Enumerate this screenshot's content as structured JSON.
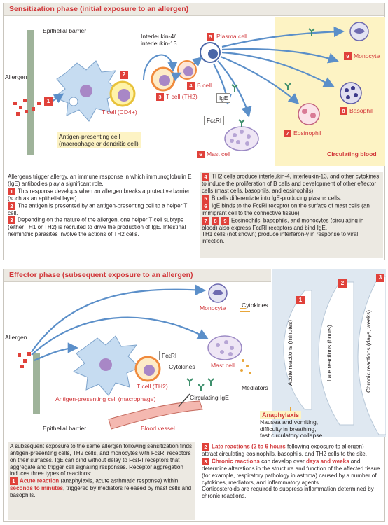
{
  "sensitization": {
    "title": "Sensitization phase (initial exposure to an allergen)",
    "labels": {
      "epithelial_barrier": "Epithelial barrier",
      "allergen": "Allergen",
      "interleukin": "Interleukin-4/\ninterleukin-13",
      "plasma_cell": "Plasma cell",
      "t_cell_cd4": "T cell (CD4+)",
      "t_cell_th2": "T cell (TH2)",
      "b_cell": "B cell",
      "ige": "IgE",
      "fceri": "FcεRI",
      "mast_cell": "Mast cell",
      "apc": "Antigen-presenting cell\n(macrophage or dendritic cell)",
      "monocyte": "Monocyte",
      "basophil": "Basophil",
      "eosinophil": "Eosinophil",
      "circulating_blood": "Circulating blood"
    },
    "numbers": [
      "1",
      "2",
      "3",
      "4",
      "5",
      "6",
      "7",
      "8",
      "9"
    ],
    "text_left": {
      "intro": "Allergens trigger allergy, an immune response in which immunoglobulin E (IgE) antibodies play a significant role.",
      "item1": "This response develops when an allergen breaks a protective barrier (such as an epithelial layer).",
      "item2": "The antigen is presented by an antigen-presenting cell to a helper T cell.",
      "item3": "Depending on the nature of the allergen, one helper T cell subtype (either TH1 or TH2) is recruited to drive the production of IgE. Intestinal helminthic parasites involve the actions of TH2 cells."
    },
    "text_right": {
      "item4": "TH2 cells produce interleukin-4, interleukin-13, and other cytokines to induce the proliferation of B cells and development of other effector cells (mast cells, basophils, and eosinophils).",
      "item5": "B cells differentiate into IgE-producing plasma cells.",
      "item6": "IgE binds to the FcεRI receptor on the surface of mast cells (an immigrant cell to the connective tissue).",
      "item789": "Eosinophils, basophils, and monocytes (circulating in blood) also express FcεRI receptors and bind IgE.",
      "note": "TH1 cells (not shown) produce interferon-γ in response to viral infection."
    }
  },
  "effector": {
    "title": "Effector phase (subsequent exposure to an allergen)",
    "labels": {
      "allergen": "Allergen",
      "monocyte": "Monocyte",
      "cytokines_top": "Cytokines",
      "fceri": "FcεRI",
      "cytokines": "Cytokines",
      "mast_cell": "Mast cell",
      "t_cell_th2": "T cell (TH2)",
      "apc": "Antigen-presenting cell (macrophage)",
      "circulating_ige": "Circulating IgE",
      "mediators": "Mediators",
      "epithelial_barrier": "Epithelial barrier",
      "blood_vessel": "Blood vessel",
      "acute": "Acute reactions (minutes)",
      "late": "Late reactions (hours)",
      "chronic": "Chronic reactions (days, weeks)",
      "anaphylaxis": "Anaphylaxis",
      "anaphylaxis_desc": "Nausea and vomiting,\ndifficulty in breathing,\nfast circulatory collapse"
    },
    "text_left": {
      "intro": "A subsequent exposure to the same allergen following sensitization finds antigen-presenting cells, TH2 cells, and monocytes with FcεRI receptors on their surfaces. IgE can bind without delay to FcεRI receptors that aggregate and trigger cell signaling responses. Receptor aggregation induces three types of reactions:",
      "item1_head": "Acute reaction",
      "item1_mid": " (anaphylaxis, acute asthmatic response) within ",
      "item1_red": "seconds to minutes",
      "item1_tail": ", triggered by mediators released by mast cells and basophils."
    },
    "text_right": {
      "item2_head": "Late reactions (2 to 6 hours",
      "item2_tail": " following exposure to allergen) attract circulating eosinophils, basophils, and TH2 cells to the site.",
      "item3_head": "Chronic reactions",
      "item3_mid": " can develop over ",
      "item3_red": "days and weeks",
      "item3_tail": " and determine alterations in the structure and function of the affected tissue (for example, respiratory pathology in asthma) caused by a number of cytokines, mediators, and inflammatory agents.",
      "note": "Corticosteroids are required to suppress inflammation determined by chronic reactions."
    }
  },
  "colors": {
    "accent_red": "#e0413a",
    "title_red": "#d1373a",
    "blood_yellow": "#fdf3c4",
    "arrow_blue": "#5b8fc9",
    "apc_blue": "#c6dcf1",
    "cell_purple": "#9b89c4",
    "epithelium": "#9fb39a"
  }
}
